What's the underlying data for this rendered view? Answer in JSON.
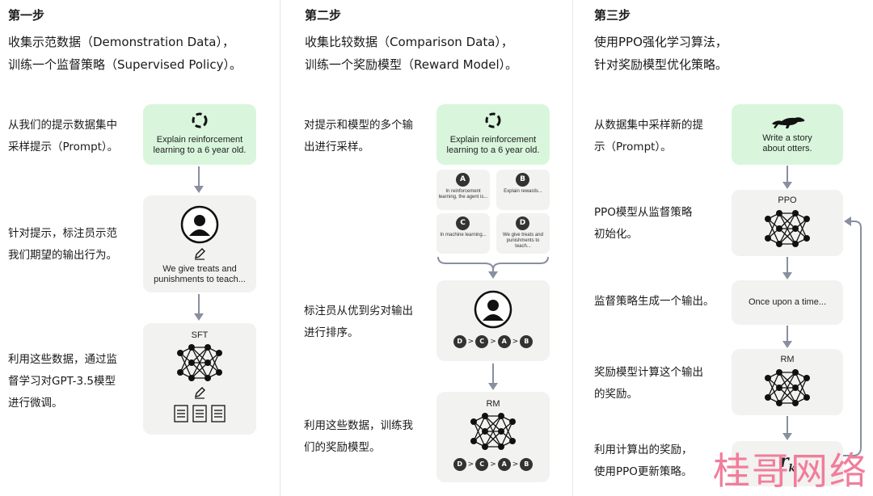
{
  "steps": [
    {
      "title": "第一步",
      "intro": [
        "收集示范数据（Demonstration Data），",
        "训练一个监督策略（Supervised Policy）。"
      ],
      "descs": [
        [
          "从我们的提示数据集中",
          "采样提示（Prompt）。"
        ],
        [
          "针对提示，标注员示范",
          "我们期望的输出行为。"
        ],
        [
          "利用这些数据，通过监",
          "督学习对GPT-3.5模型",
          "进行微调。"
        ]
      ],
      "prompt": [
        "Explain reinforcement",
        "learning to a 6 year old."
      ],
      "demo": [
        "We give treats and",
        "punishments to teach..."
      ],
      "model": "SFT"
    },
    {
      "title": "第二步",
      "intro": [
        "收集比较数据（Comparison Data），",
        "训练一个奖励模型（Reward Model）。"
      ],
      "descs": [
        [
          "对提示和模型的多个输",
          "出进行采样。"
        ],
        [
          "标注员从优到劣对输出",
          "进行排序。"
        ],
        [
          "利用这些数据，训练我",
          "们的奖励模型。"
        ]
      ],
      "prompt": [
        "Explain reinforcement",
        "learning to a 6 year old."
      ],
      "outputs": [
        {
          "letter": "A",
          "text": "In reinforcement learning, the agent is..."
        },
        {
          "letter": "B",
          "text": "Explain rewards..."
        },
        {
          "letter": "C",
          "text": "In machine learning..."
        },
        {
          "letter": "D",
          "text": "We give treats and punishments to teach..."
        }
      ],
      "ranking": [
        "D",
        "C",
        "A",
        "B"
      ],
      "model": "RM"
    },
    {
      "title": "第三步",
      "intro": [
        "使用PPO强化学习算法，",
        "针对奖励模型优化策略。"
      ],
      "descs": [
        [
          "从数据集中采样新的提",
          "示（Prompt）。"
        ],
        [
          "PPO模型从监督策略",
          "初始化。"
        ],
        [
          "监督策略生成一个输出。"
        ],
        [
          "奖励模型计算这个输出",
          "的奖励。"
        ],
        [
          "利用计算出的奖励，",
          "使用PPO更新策略。"
        ]
      ],
      "prompt": [
        "Write a story",
        "about otters."
      ],
      "policy_model": "PPO",
      "output": "Once upon a time...",
      "reward_model": "RM",
      "reward_symbol": "r",
      "reward_sub": "k"
    }
  ],
  "watermark": "桂哥网络",
  "colors": {
    "green": "#d9f6dd",
    "card": "#f2f2f0",
    "arrow": "#8a8fa0",
    "watermark": "#f17d9a"
  }
}
